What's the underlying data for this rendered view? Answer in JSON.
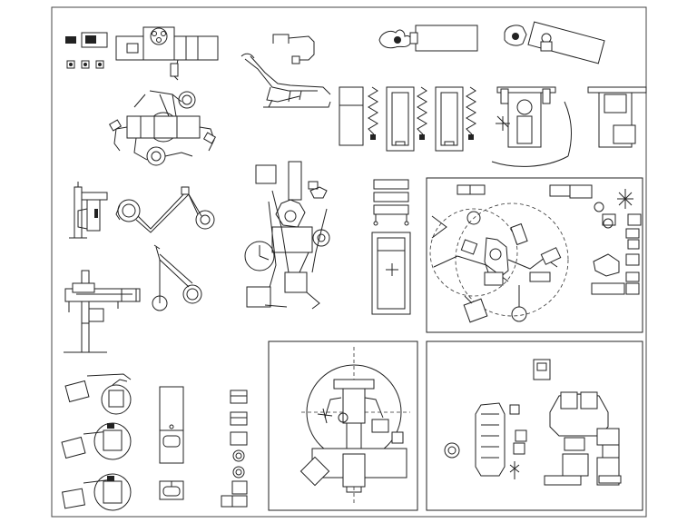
{
  "drawing": {
    "line_color": "#222222",
    "background": "#ffffff",
    "frame_color": "#444444",
    "blocks": [
      {
        "name": "intraoral-camera-and-control-set"
      },
      {
        "name": "dental-delivery-unit-with-arms"
      },
      {
        "name": "dental-chair-side-view"
      },
      {
        "name": "operating-light-top"
      },
      {
        "name": "hygienist-tray-set"
      },
      {
        "name": "dental-chair-top-view-a"
      },
      {
        "name": "dental-chair-top-view-b"
      },
      {
        "name": "panoramic-xray-unit-side"
      },
      {
        "name": "articulated-xray-arm"
      },
      {
        "name": "mobile-light-stand"
      },
      {
        "name": "dental-chair-plan-assembly"
      },
      {
        "name": "instrument-cart"
      },
      {
        "name": "examination-table-top-view"
      },
      {
        "name": "treatment-room-layout-1"
      },
      {
        "name": "treatment-room-layout-2"
      },
      {
        "name": "treatment-room-layout-3"
      },
      {
        "name": "wall-cabinet-and-sink"
      },
      {
        "name": "stools-and-lamps-column"
      },
      {
        "name": "xray-tubehead-side-views"
      }
    ]
  }
}
